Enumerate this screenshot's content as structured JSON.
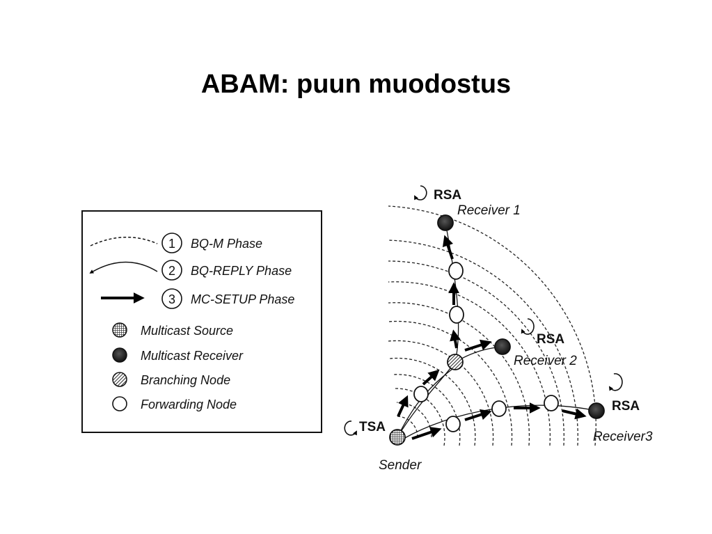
{
  "title": "ABAM: puun muodostus",
  "legend": {
    "phases": [
      {
        "number": "1",
        "label": "BQ-M Phase"
      },
      {
        "number": "2",
        "label": "BQ-REPLY Phase"
      },
      {
        "number": "3",
        "label": "MC-SETUP Phase"
      }
    ],
    "node_types": [
      {
        "icon": "multicast-source-icon",
        "label": "Multicast Source"
      },
      {
        "icon": "multicast-receiver-icon",
        "label": "Multicast Receiver"
      },
      {
        "icon": "branching-node-icon",
        "label": "Branching Node"
      },
      {
        "icon": "forwarding-node-icon",
        "label": "Forwarding Node"
      }
    ]
  },
  "nodes": {
    "sender": {
      "name": "Sender",
      "agent": "TSA"
    },
    "receiver1": {
      "name": "Receiver 1",
      "agent": "RSA"
    },
    "receiver2": {
      "name": "Receiver 2",
      "agent": "RSA"
    },
    "receiver3": {
      "name": "Receiver3",
      "agent": "RSA"
    }
  }
}
